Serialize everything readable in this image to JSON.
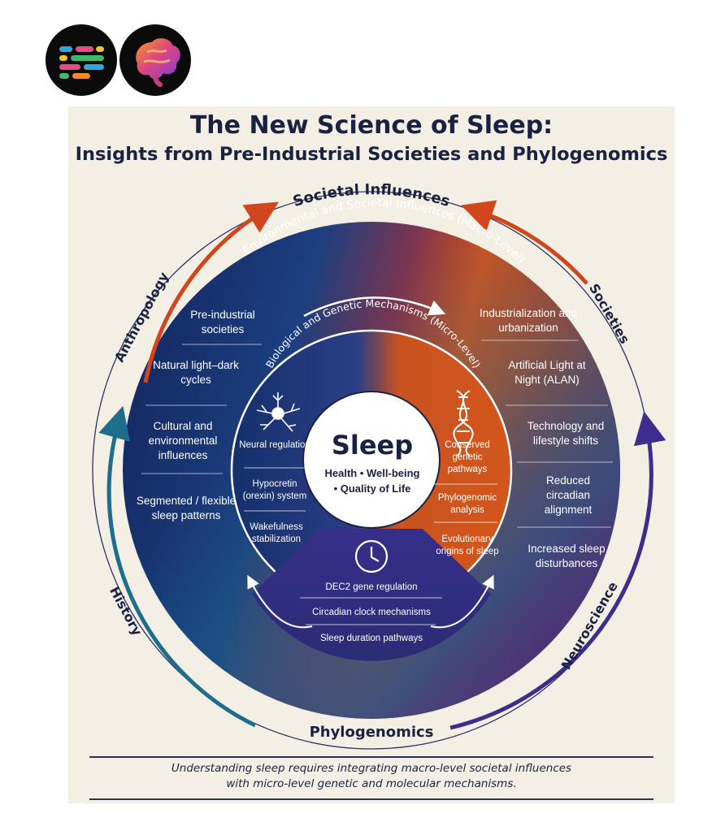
{
  "title": "The New Science of Sleep:",
  "subtitle": "Insights from Pre-Industrial Societies and Phylogenomics",
  "outer_ring": {
    "top": "Societal Influences",
    "bottom": "Phylogenomics",
    "left_upper": "Anthropology",
    "left_lower": "History",
    "right_upper": "Societies",
    "right_lower": "Neuroscience"
  },
  "macro_label": "Environmental and Societal Influences (Macro-Level)",
  "micro_label": "Biological and Genetic Mechanisms (Micro-Level)",
  "macro_left": [
    "Pre-industrial societies",
    "Natural light–dark cycles",
    "Cultural and environmental influences",
    "Segmented / flexible sleep patterns"
  ],
  "macro_right": [
    "Industrialization and urbanization",
    "Artificial Light at Night (ALAN)",
    "Technology and lifestyle shifts",
    "Reduced circadian alignment",
    "Increased sleep disturbances"
  ],
  "micro_left": [
    "Neural regulation",
    "Hypocretin (orexin) system",
    "Wakefulness stabilization"
  ],
  "micro_right": [
    "Conserved genetic pathways",
    "Phylogenomic analysis",
    "Evolutionary origins of sleep"
  ],
  "micro_bottom": [
    "DEC2 gene regulation",
    "Circadian clock mechanisms",
    "Sleep duration pathways"
  ],
  "center": {
    "title": "Sleep",
    "line1": "Health • Well-being",
    "line2": "• Quality of Life"
  },
  "footer": {
    "line1": "Understanding sleep requires integrating macro-level societal influences",
    "line2": "with micro-level genetic and molecular mechanisms."
  },
  "icons": {
    "neuron": "neuron-icon",
    "dna": "dna-icon",
    "clock": "clock-icon",
    "logo_left": "colored-bars-logo",
    "logo_right": "brain-logo"
  },
  "colors": {
    "navy": "#1a2142",
    "blue": "#173a7a",
    "teal": "#1e6f8c",
    "orange": "#d1541c",
    "red": "#b6301e",
    "purple": "#3b2b85",
    "cream": "#f4efe4"
  }
}
